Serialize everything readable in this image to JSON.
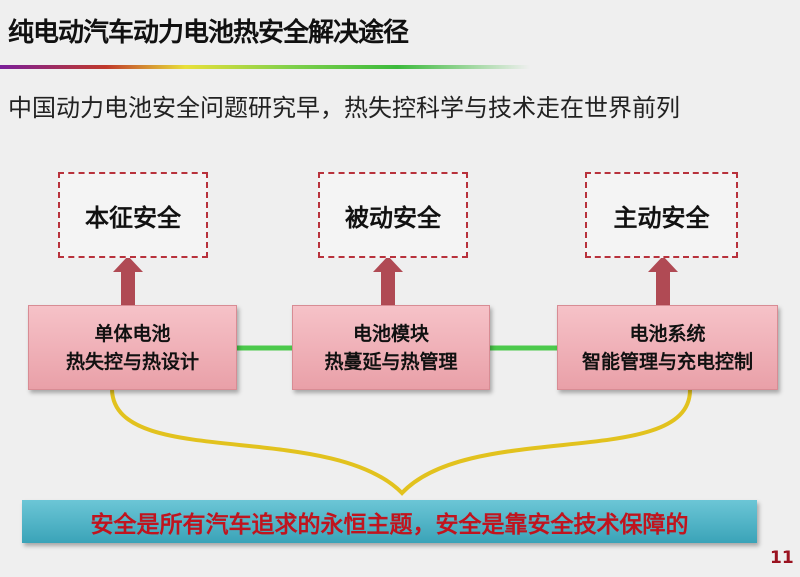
{
  "title": "纯电动汽车动力电池热安全解决途径",
  "subtitle": "中国动力电池安全问题研究早，热失控科学与技术走在世界前列",
  "goals": [
    "本征安全",
    "被动安全",
    "主动安全"
  ],
  "levels": [
    {
      "line1": "单体电池",
      "line2": "热失控与热设计"
    },
    {
      "line1": "电池模块",
      "line2": "热蔓延与热管理"
    },
    {
      "line1": "电池系统",
      "line2": "智能管理与充电控制"
    }
  ],
  "conclusion": "安全是所有汽车追求的永恒主题，安全是靠安全技术保障的",
  "page_number": "11"
}
